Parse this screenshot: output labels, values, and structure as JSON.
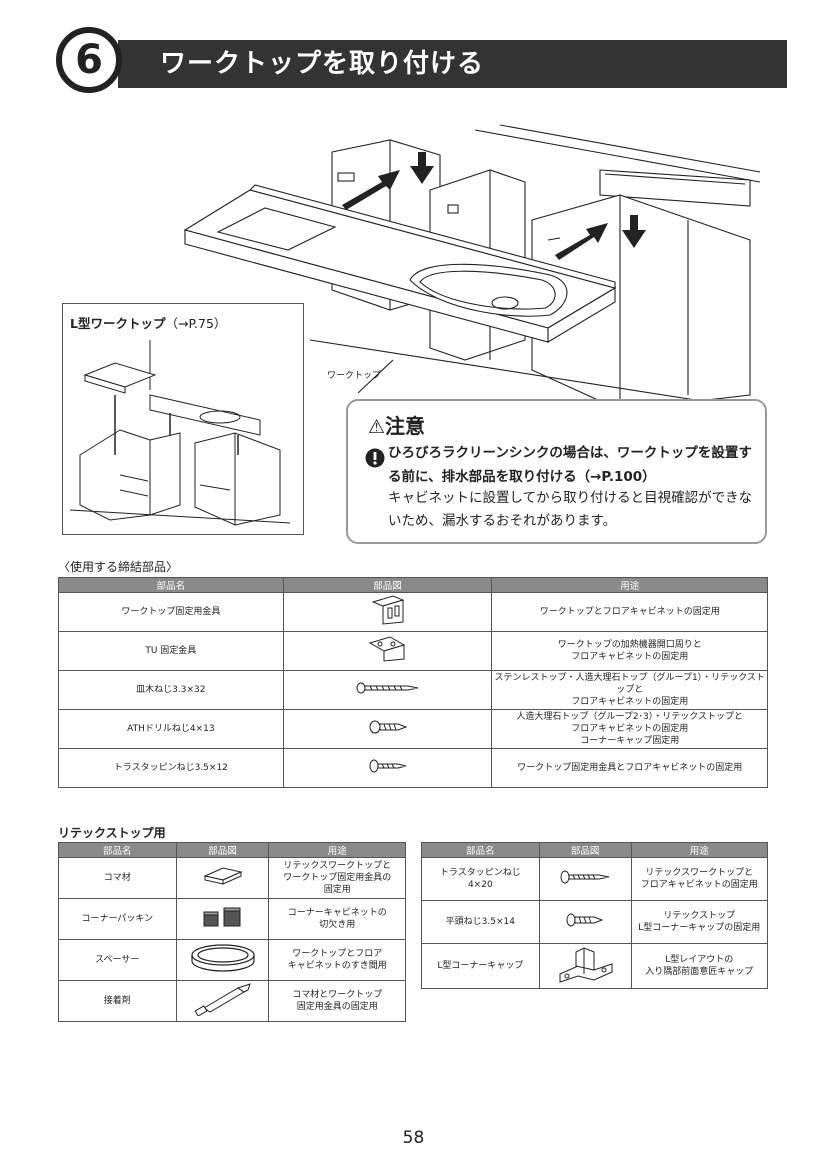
{
  "header": {
    "step_number": "6",
    "title": "ワークトップを取り付ける"
  },
  "illustration": {
    "label_worktop": "ワークトップ",
    "inset_title_bold": "L型ワークトップ",
    "inset_title_ref": "（→P.75）"
  },
  "caution": {
    "heading": "注意",
    "bold_text": "ひろびろラクリーンシンクの場合は、ワークトップを設置する前に、排水部品を取り付ける（→P.100）",
    "normal_text": "キャビネットに設置してから取り付けると目視確認ができないため、漏水するおそれがあります。"
  },
  "parts_table": {
    "caption": "〈使用する締結部品〉",
    "headers": [
      "部品名",
      "部品図",
      "用途"
    ],
    "rows": [
      {
        "name": "ワークトップ固定用金具",
        "figure": "bracket-1",
        "use": "ワークトップとフロアキャビネットの固定用"
      },
      {
        "name": "TU 固定金具",
        "figure": "bracket-2",
        "use": "ワークトップの加熱機器開口周りと\nフロアキャビネットの固定用"
      },
      {
        "name": "皿木ねじ3.3×32",
        "figure": "screw-long",
        "use": "ステンレストップ・人造大理石トップ（グループ1）・リテックストップと\nフロアキャビネットの固定用"
      },
      {
        "name": "ATHドリルねじ4×13",
        "figure": "screw-drill",
        "use": "人造大理石トップ（グループ2･3）・リテックストップと\nフロアキャビネットの固定用\nコーナーキャップ固定用"
      },
      {
        "name": "トラスタッピンねじ3.5×12",
        "figure": "screw-truss",
        "use": "ワークトップ固定用金具とフロアキャビネットの固定用"
      }
    ]
  },
  "ritex": {
    "caption": "リテックストップ用",
    "headers": [
      "部品名",
      "部品図",
      "用途"
    ],
    "left_rows": [
      {
        "name": "コマ材",
        "figure": "block",
        "use": "リテックスワークトップと\nワークトップ固定用金具の\n固定用"
      },
      {
        "name": "コーナーパッキン",
        "figure": "packing",
        "use": "コーナーキャビネットの\n切欠き用"
      },
      {
        "name": "スペーサー",
        "figure": "spacer-ring",
        "use": "ワークトップとフロア\nキャビネットのすき間用"
      },
      {
        "name": "接着剤",
        "figure": "adhesive-tube",
        "use": "コマ材とワークトップ\n固定用金具の固定用"
      }
    ],
    "right_rows": [
      {
        "name": "トラスタッピンねじ\n4×20",
        "figure": "screw-truss-long",
        "use": "リテックスワークトップと\nフロアキャビネットの固定用"
      },
      {
        "name": "平頭ねじ3.5×14",
        "figure": "screw-flat",
        "use": "リテックストップ\nL型コーナーキャップの固定用"
      },
      {
        "name": "L型コーナーキャップ",
        "figure": "corner-cap",
        "use": "L型レイアウトの\n入り隅部前面意匠キャップ"
      }
    ]
  },
  "page_number": "58"
}
